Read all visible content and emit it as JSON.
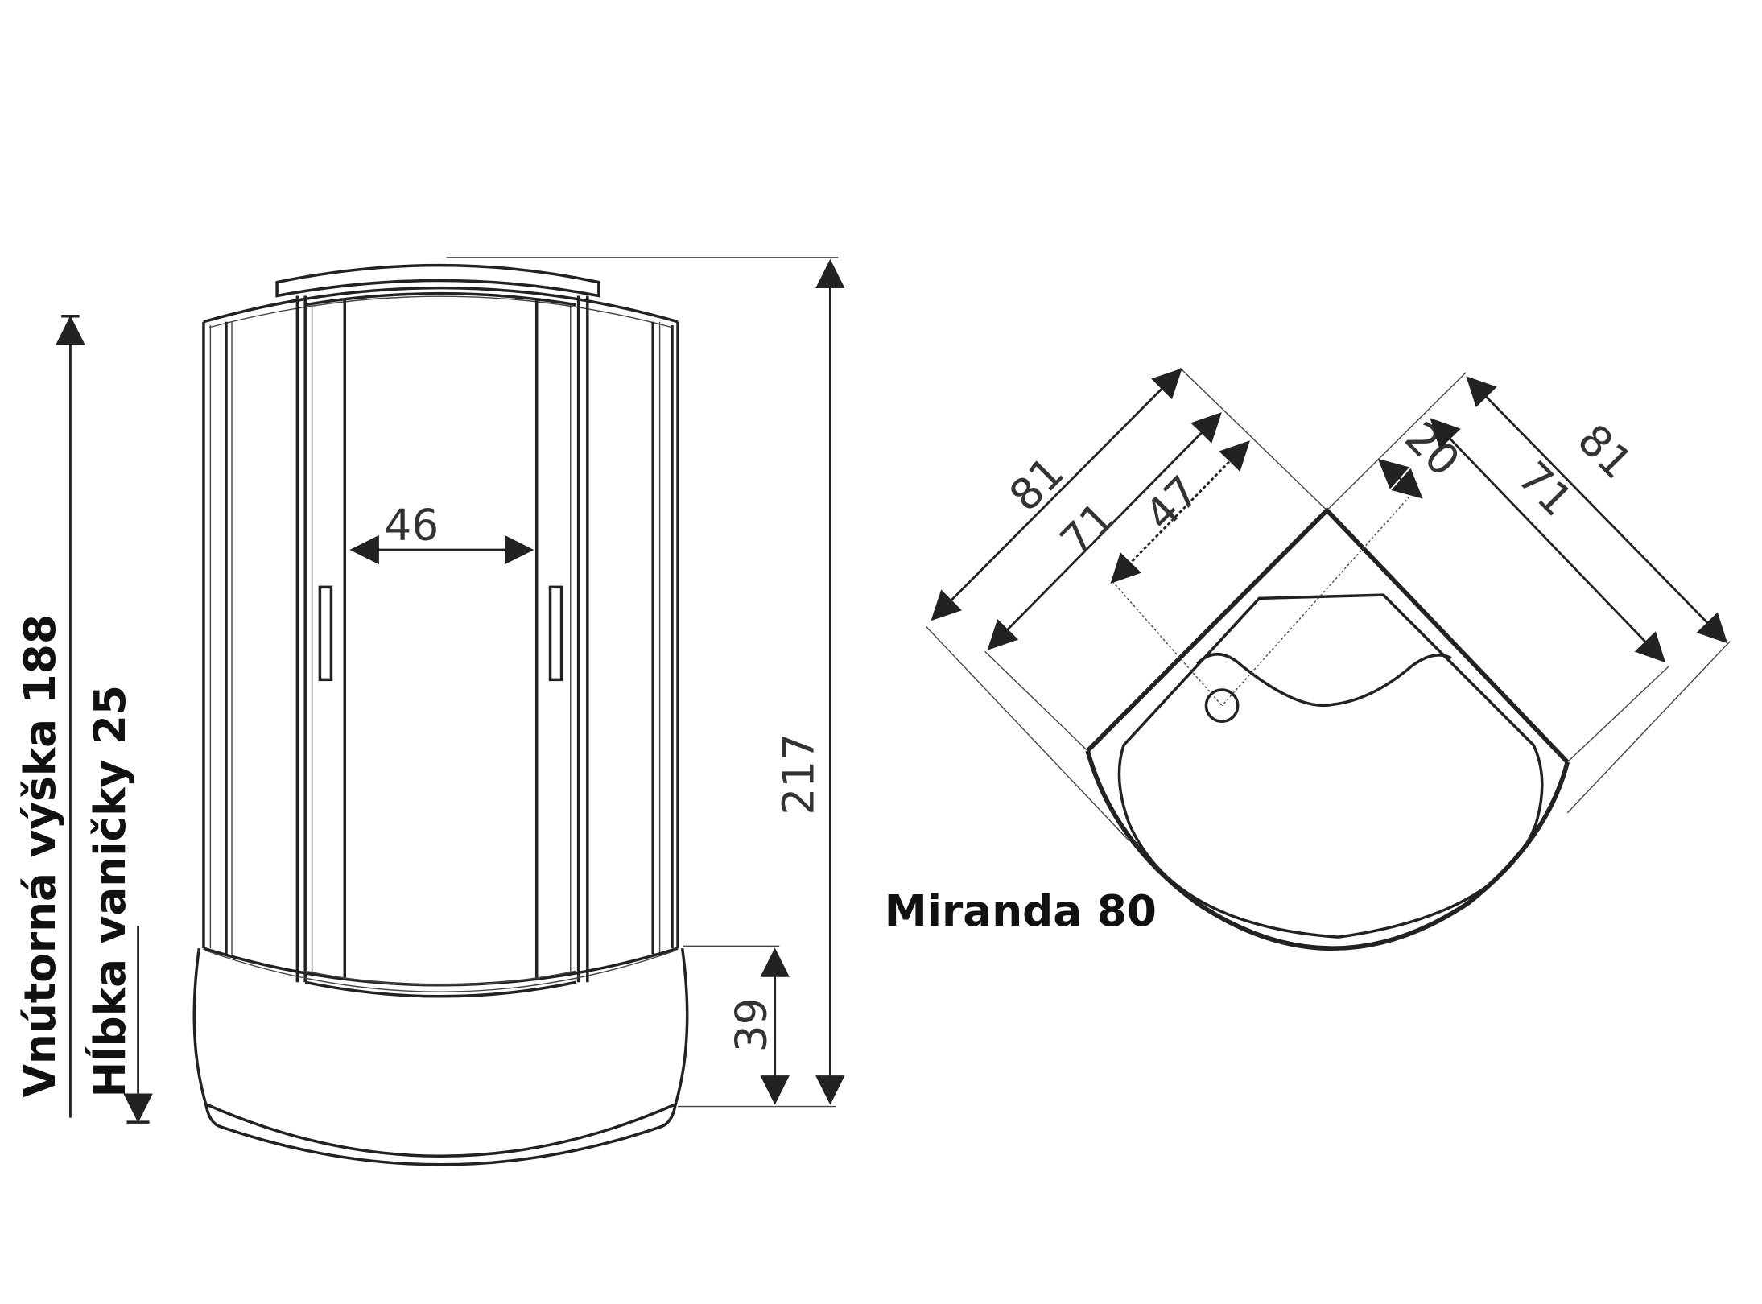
{
  "labels": {
    "inner_height": "Vnútorná výška 188",
    "tray_depth": "Hĺbka vaničky 25",
    "model_name": "Miranda 80"
  },
  "dimensions": {
    "total_height": "217",
    "door_opening": "46",
    "tray_height": "39",
    "side_outer_left": "81",
    "side_inner_left": "71",
    "entry_width": "47",
    "corner_offset": "20",
    "side_outer_right": "81",
    "side_inner_right": "71"
  }
}
